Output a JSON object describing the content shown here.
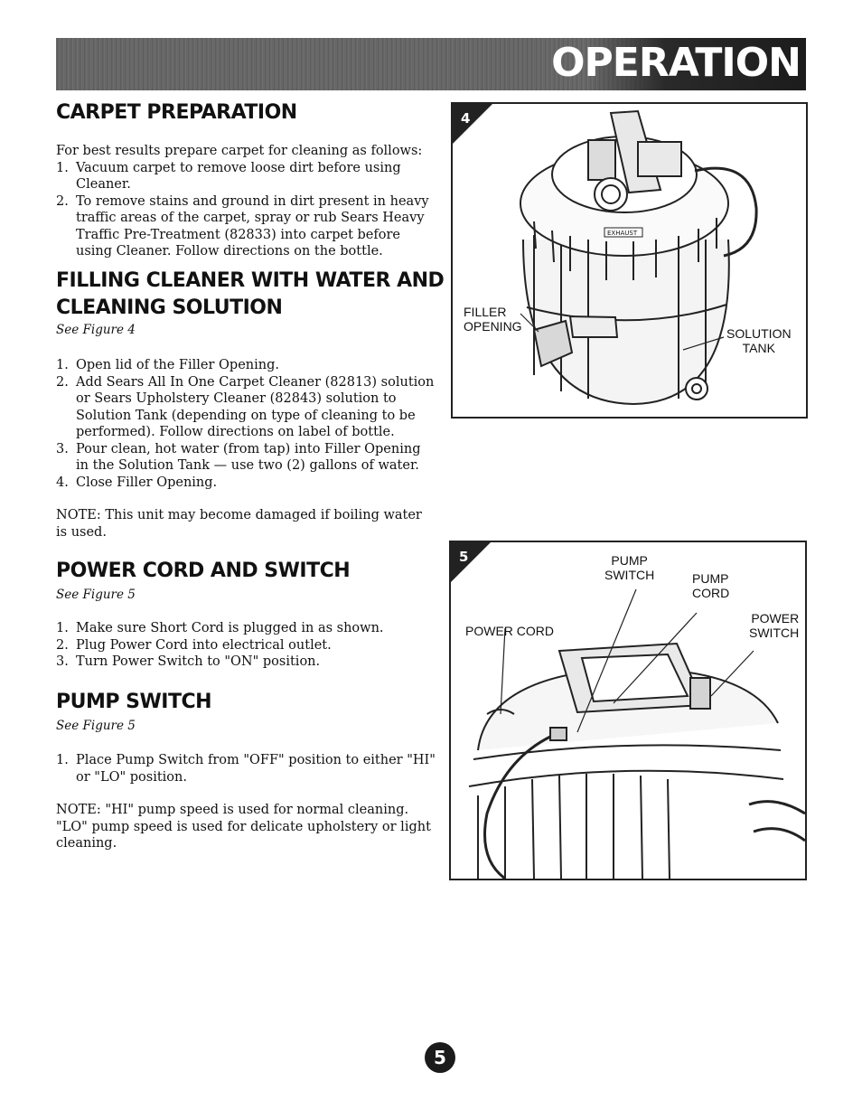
{
  "header": {
    "title": "OPERATION"
  },
  "carpet_prep": {
    "heading": "CARPET PREPARATION",
    "intro": "For best results prepare carpet for cleaning as follows:",
    "steps": [
      {
        "num": "1.",
        "text": "Vacuum carpet to remove loose dirt before using Cleaner."
      },
      {
        "num": "2.",
        "text": "To remove stains and ground in dirt present in heavy traffic areas of the carpet, spray or rub Sears Heavy Traffic Pre-Treatment (82833) into carpet before using Cleaner. Follow directions on the bottle."
      }
    ]
  },
  "filling": {
    "heading_line1": "FILLING CLEANER WITH WATER AND",
    "heading_line2": "CLEANING SOLUTION",
    "see": "See Figure 4",
    "steps": [
      {
        "num": "1.",
        "text": "Open lid of the Filler Opening."
      },
      {
        "num": "2.",
        "text": "Add Sears All In One Carpet Cleaner (82813) solution or Sears Upholstery Cleaner (82843) solution to Solution Tank (depending on type of cleaning to be performed). Follow directions on label of bottle."
      },
      {
        "num": "3.",
        "text": "Pour clean, hot water (from tap) into Filler Opening in the Solution Tank — use two (2) gallons of water."
      },
      {
        "num": "4.",
        "text": "Close Filler Opening."
      }
    ],
    "note": "NOTE: This unit may become damaged if boiling water is used."
  },
  "power": {
    "heading": "POWER CORD AND SWITCH",
    "see": "See Figure 5",
    "steps": [
      {
        "num": "1.",
        "text": "Make sure Short Cord is plugged in as shown."
      },
      {
        "num": "2.",
        "text": "Plug Power Cord into electrical outlet."
      },
      {
        "num": "3.",
        "text": "Turn Power Switch to \"ON\" position."
      }
    ]
  },
  "pump": {
    "heading": "PUMP SWITCH",
    "see": "See Figure 5",
    "steps": [
      {
        "num": "1.",
        "text": "Place Pump Switch from \"OFF\" position to either \"HI\" or \"LO\" position."
      }
    ],
    "note": "NOTE: \"HI\" pump speed is used for normal cleaning. \"LO\" pump speed is used for delicate upholstery or light cleaning."
  },
  "figure4": {
    "number": "4",
    "label_filler_1": "FILLER",
    "label_filler_2": "OPENING",
    "label_solution_1": "SOLUTION",
    "label_solution_2": "TANK",
    "exhaust_text": "EXHAUST"
  },
  "figure5": {
    "number": "5",
    "label_pump_switch_1": "PUMP",
    "label_pump_switch_2": "SWITCH",
    "label_pump_cord_1": "PUMP",
    "label_pump_cord_2": "CORD",
    "label_power_switch_1": "POWER",
    "label_power_switch_2": "SWITCH",
    "label_power_cord": "POWER CORD"
  },
  "page_number": "5"
}
